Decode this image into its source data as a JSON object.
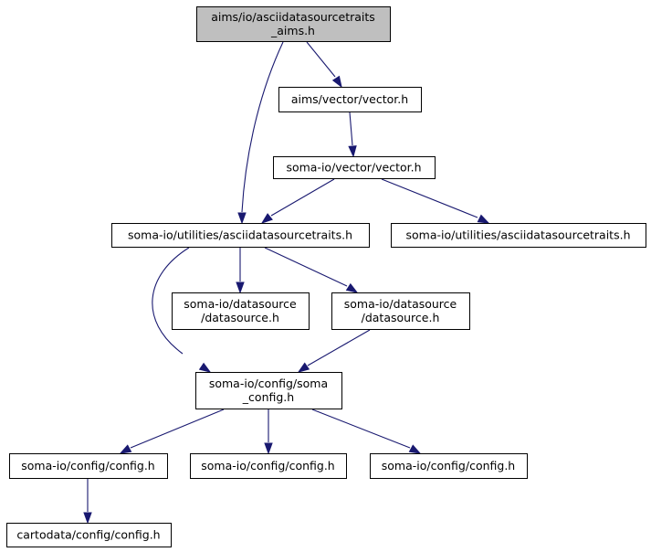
{
  "graph": {
    "colors": {
      "edge": "#191970",
      "node_border": "#000000",
      "node_fill": "#ffffff",
      "root_fill": "#bfbfbf",
      "text": "#000000"
    },
    "nodes": [
      {
        "id": "root",
        "lines": [
          "aims/io/asciidatasourcetraits",
          "_aims.h"
        ],
        "highlighted": true
      },
      {
        "id": "aims-vector",
        "lines": [
          "aims/vector/vector.h"
        ]
      },
      {
        "id": "somaio-vector",
        "lines": [
          "soma-io/vector/vector.h"
        ]
      },
      {
        "id": "somaio-utilities-asciidatasourcetraits",
        "lines": [
          "soma-io/utilities/asciidatasourcetraits.h"
        ]
      },
      {
        "id": "somaio-utilities-asciidatasourcetraits-2",
        "lines": [
          "soma-io/utilities/asciidatasourcetraits.h"
        ]
      },
      {
        "id": "somaio-datasource-1",
        "lines": [
          "soma-io/datasource",
          "/datasource.h"
        ]
      },
      {
        "id": "somaio-datasource-2",
        "lines": [
          "soma-io/datasource",
          "/datasource.h"
        ]
      },
      {
        "id": "somaio-soma-config",
        "lines": [
          "soma-io/config/soma",
          "_config.h"
        ]
      },
      {
        "id": "somaio-config-1",
        "lines": [
          "soma-io/config/config.h"
        ]
      },
      {
        "id": "somaio-config-2",
        "lines": [
          "soma-io/config/config.h"
        ]
      },
      {
        "id": "somaio-config-3",
        "lines": [
          "soma-io/config/config.h"
        ]
      },
      {
        "id": "cartodata-config",
        "lines": [
          "cartodata/config/config.h"
        ]
      }
    ],
    "edges": [
      {
        "from": "root",
        "to": "aims-vector"
      },
      {
        "from": "root",
        "to": "somaio-utilities-asciidatasourcetraits"
      },
      {
        "from": "aims-vector",
        "to": "somaio-vector"
      },
      {
        "from": "somaio-vector",
        "to": "somaio-utilities-asciidatasourcetraits"
      },
      {
        "from": "somaio-vector",
        "to": "somaio-utilities-asciidatasourcetraits-2"
      },
      {
        "from": "somaio-utilities-asciidatasourcetraits",
        "to": "somaio-datasource-1"
      },
      {
        "from": "somaio-utilities-asciidatasourcetraits",
        "to": "somaio-datasource-2"
      },
      {
        "from": "somaio-utilities-asciidatasourcetraits",
        "to": "somaio-soma-config"
      },
      {
        "from": "somaio-datasource-2",
        "to": "somaio-soma-config"
      },
      {
        "from": "somaio-soma-config",
        "to": "somaio-config-1"
      },
      {
        "from": "somaio-soma-config",
        "to": "somaio-config-2"
      },
      {
        "from": "somaio-soma-config",
        "to": "somaio-config-3"
      },
      {
        "from": "somaio-config-1",
        "to": "cartodata-config"
      }
    ]
  }
}
